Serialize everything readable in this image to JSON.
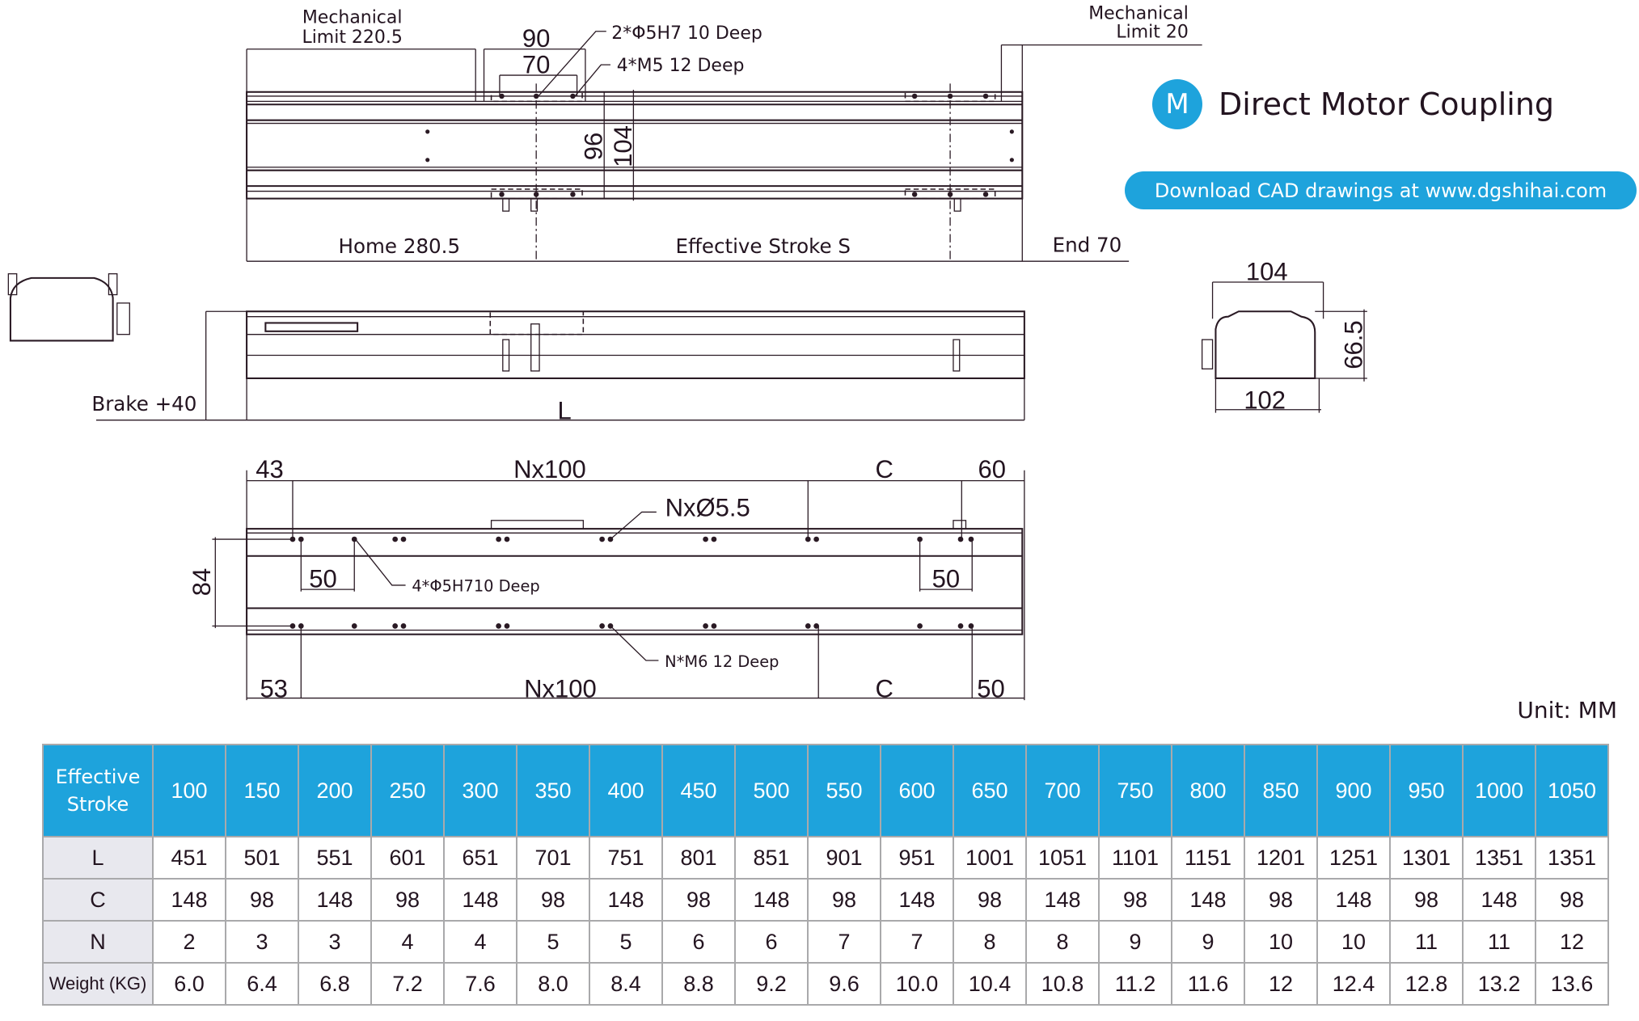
{
  "header": {
    "badge": "M",
    "title": "Direct Motor Coupling",
    "download": "Download CAD drawings at www.dgshihai.com"
  },
  "top_view": {
    "mech_limit_left_1": "Mechanical",
    "mech_limit_left_2": "Limit 220.5",
    "mech_limit_right_1": "Mechanical",
    "mech_limit_right_2": "Limit 20",
    "dim_90": "90",
    "dim_70": "70",
    "dim_96": "96",
    "dim_104": "104",
    "note_pin": "2*Φ5H7  10 Deep",
    "note_thread": "4*M5  12 Deep",
    "home": "Home 280.5",
    "stroke": "Effective Stroke S",
    "end": "End 70"
  },
  "side_view": {
    "brake": "Brake +40",
    "length": "L"
  },
  "end_view": {
    "width_top": "104",
    "width_bottom": "102",
    "height": "66.5"
  },
  "bottom_view": {
    "top_43": "43",
    "top_nx100": "Nx100",
    "top_c": "C",
    "top_60": "60",
    "hole_note": "NxØ5.5",
    "dim_84": "84",
    "left_50": "50",
    "right_50": "50",
    "pin_note": "4*Φ5H710 Deep",
    "thread_note": "N*M6 12 Deep",
    "bot_53": "53",
    "bot_nx100": "Nx100",
    "bot_c": "C",
    "bot_50": "50"
  },
  "unit": "Unit: MM",
  "table": {
    "header_label": [
      "Effective",
      "Stroke"
    ],
    "strokes": [
      "100",
      "150",
      "200",
      "250",
      "300",
      "350",
      "400",
      "450",
      "500",
      "550",
      "600",
      "650",
      "700",
      "750",
      "800",
      "850",
      "900",
      "950",
      "1000",
      "1050"
    ],
    "rows": [
      {
        "label": "L",
        "values": [
          "451",
          "501",
          "551",
          "601",
          "651",
          "701",
          "751",
          "801",
          "851",
          "901",
          "951",
          "1001",
          "1051",
          "1101",
          "1151",
          "1201",
          "1251",
          "1301",
          "1351",
          "1351"
        ]
      },
      {
        "label": "C",
        "values": [
          "148",
          "98",
          "148",
          "98",
          "148",
          "98",
          "148",
          "98",
          "148",
          "98",
          "148",
          "98",
          "148",
          "98",
          "148",
          "98",
          "148",
          "98",
          "148",
          "98"
        ]
      },
      {
        "label": "N",
        "values": [
          "2",
          "3",
          "3",
          "4",
          "4",
          "5",
          "5",
          "6",
          "6",
          "7",
          "7",
          "8",
          "8",
          "9",
          "9",
          "10",
          "10",
          "11",
          "11",
          "12"
        ]
      },
      {
        "label": "Weight (KG)",
        "values": [
          "6.0",
          "6.4",
          "6.8",
          "7.2",
          "7.6",
          "8.0",
          "8.4",
          "8.8",
          "9.2",
          "9.6",
          "10.0",
          "10.4",
          "10.8",
          "11.2",
          "11.6",
          "12",
          "12.4",
          "12.8",
          "13.2",
          "13.6"
        ]
      }
    ]
  }
}
